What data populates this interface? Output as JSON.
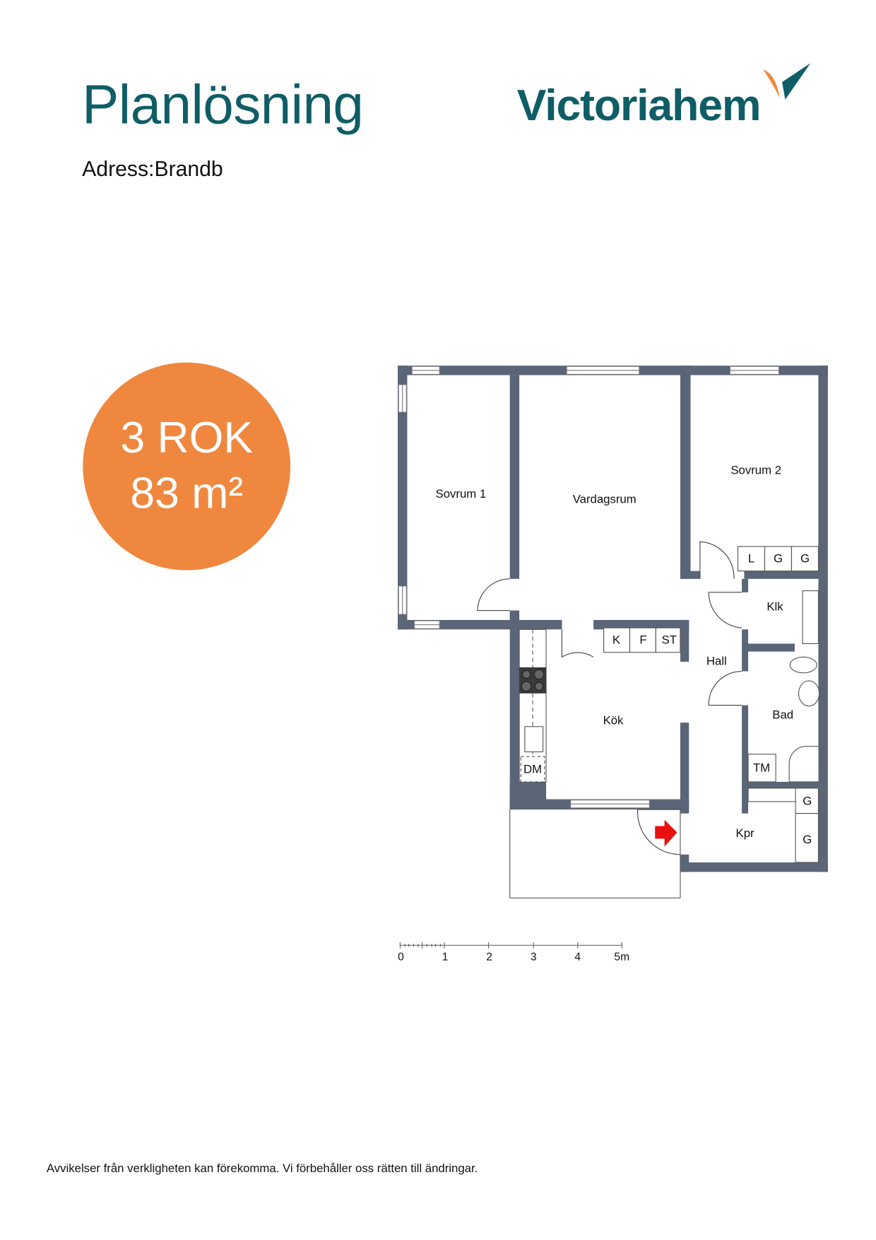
{
  "header": {
    "title": "Planlösning",
    "address_label": "Adress:",
    "address_value": "Brandb",
    "logo_text": "Victoriahem"
  },
  "badge": {
    "line1": "3 ROK",
    "line2": "83 m²",
    "color": "#ef873f"
  },
  "rooms": {
    "sovrum1": "Sovrum 1",
    "vardagsrum": "Vardagsrum",
    "sovrum2": "Sovrum 2",
    "klk": "Klk",
    "hall": "Hall",
    "kok": "Kök",
    "bad": "Bad",
    "kpr": "Kpr"
  },
  "fixtures": {
    "l": "L",
    "g1": "G",
    "g2": "G",
    "k": "K",
    "f": "F",
    "st": "ST",
    "dm": "DM",
    "tm": "TM",
    "g3": "G",
    "g4": "G"
  },
  "scale": {
    "labels": [
      "0",
      "1",
      "2",
      "3",
      "4",
      "5m"
    ]
  },
  "footer": {
    "disclaimer": "Avvikelser från verkligheten kan förekomma. Vi förbehåller oss rätten till ändringar."
  },
  "colors": {
    "wall": "#5a6577",
    "brand": "#0f5d66",
    "accent": "#ef873f",
    "entrance_arrow": "#e81010"
  }
}
